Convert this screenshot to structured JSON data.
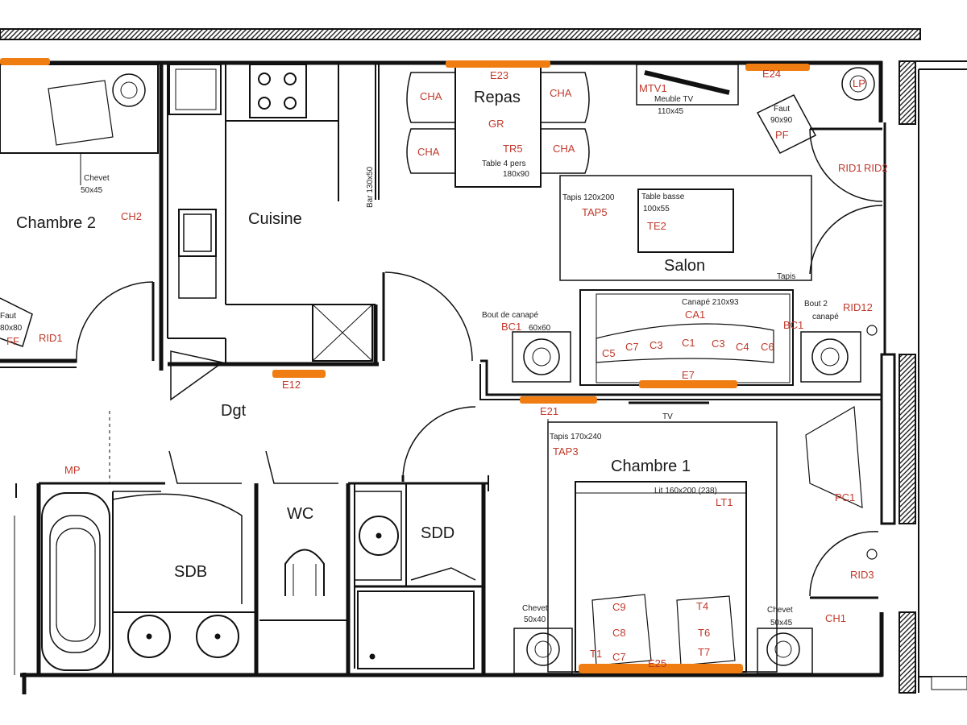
{
  "rooms": {
    "chambre2": "Chambre 2",
    "cuisine": "Cuisine",
    "repas": "Repas",
    "salon": "Salon",
    "dgt": "Dgt",
    "chambre1": "Chambre 1",
    "sdb": "SDB",
    "wc": "WC",
    "sdd": "SDD"
  },
  "codes": {
    "e23": "E23",
    "e24": "E24",
    "cha1": "CHA",
    "cha2": "CHA",
    "cha3": "CHA",
    "cha4": "CHA",
    "gr": "GR",
    "tr5": "TR5",
    "mtv1": "MTV1",
    "lp": "LP",
    "pf": "PF",
    "rid1a": "RID1",
    "rid2": "RID2",
    "tap5": "TAP5",
    "te2": "TE2",
    "ch2": "CH2",
    "ff": "FF",
    "rid1": "RID1",
    "e12": "E12",
    "e21": "E21",
    "bc1a": "BC1",
    "ca1": "CA1",
    "bc1": "BC1",
    "e7": "E7",
    "tap3": "TAP3",
    "lt1": "LT1",
    "pc1": "PC1",
    "rid3": "RID3",
    "ch1": "CH1",
    "mp": "MP",
    "c5": "C5",
    "c7": "C7",
    "c3": "C3",
    "c1": "C1",
    "c3b": "C3",
    "c4": "C4",
    "c6": "C6",
    "c9": "C9",
    "c8": "C8",
    "c7b": "C7",
    "t4": "T4",
    "t6": "T6",
    "t7": "T7",
    "t1": "T1",
    "e25": "E25",
    "rid12": "RID12"
  },
  "notes": {
    "table_repas": "Table 4 pers",
    "table_repas_dim": "180x90",
    "meuble_tv": "Meuble TV",
    "meuble_tv_dim": "110x45",
    "fauteuil": "Faut",
    "fauteuil_dim": "90x90",
    "tapis_salon": "Tapis 120x200",
    "table_basse": "Table basse",
    "table_basse_dim": "100x55",
    "tapis": "Tapis",
    "canape": "Canapé 210x93",
    "bout_canape": "Bout de canapé",
    "bout_canape_dim": "60x60",
    "bout2": "Bout 2",
    "bout2_sub": "canapé",
    "chevet1": "Chevet",
    "chevet1_dim": "50x40",
    "tapis_ch1": "Tapis 170x240",
    "lit": "Lit 160x200 (238)",
    "chevet2": "Chevet",
    "chevet2_dim": "50x45",
    "chevet3": "Chevet",
    "chevet3_dim": "50x45",
    "tv": "TV",
    "bar": "Bar 130x50",
    "fauteuil2": "Faut",
    "fauteuil2_dim": "80x80"
  },
  "colors": {
    "wall": "#111111",
    "label": "#c0392b",
    "highlight": "#f07d12"
  }
}
